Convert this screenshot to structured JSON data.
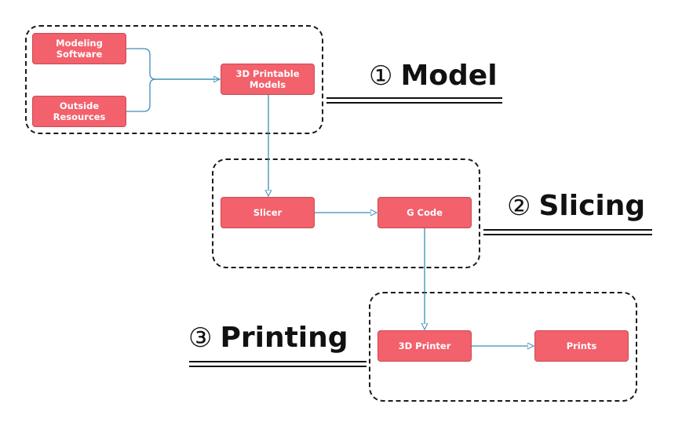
{
  "diagram": {
    "stages": [
      {
        "id": "model",
        "number": "①",
        "label": "Model"
      },
      {
        "id": "slicing",
        "number": "②",
        "label": "Slicing"
      },
      {
        "id": "printing",
        "number": "③",
        "label": "Printing"
      }
    ],
    "nodes": {
      "modeling_software": "Modeling Software",
      "outside_resources": "Outside Resources",
      "printable_models": "3D Printable\nModels",
      "slicer": "Slicer",
      "g_code": "G Code",
      "printer": "3D Printer",
      "prints": "Prints"
    },
    "edges": [
      {
        "from": "Modeling Software",
        "to": "3D Printable Models"
      },
      {
        "from": "Outside Resources",
        "to": "3D Printable Models"
      },
      {
        "from": "3D Printable Models",
        "to": "Slicer"
      },
      {
        "from": "Slicer",
        "to": "G Code"
      },
      {
        "from": "G Code",
        "to": "3D Printer"
      },
      {
        "from": "3D Printer",
        "to": "Prints"
      }
    ],
    "colors": {
      "node_fill": "#f2616c",
      "node_text": "#ffffff",
      "edge": "#3a8fb7",
      "group_border": "#1a1a1a"
    }
  }
}
